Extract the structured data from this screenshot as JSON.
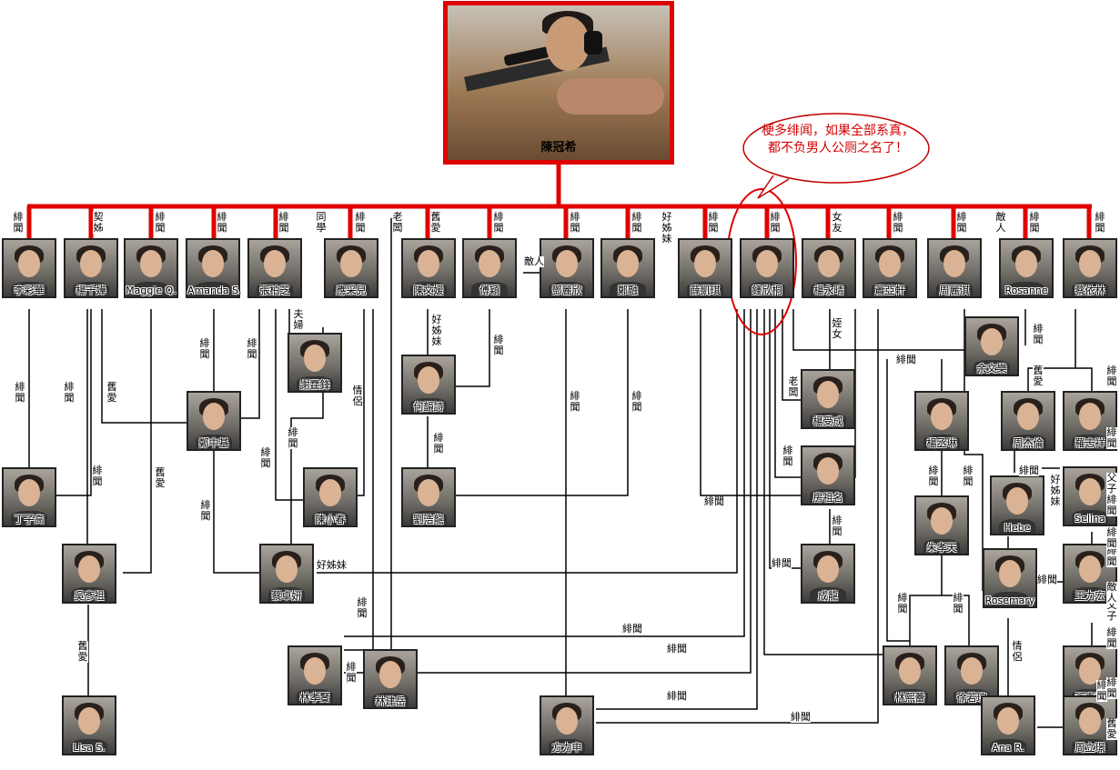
{
  "center": {
    "name": "陳冠希"
  },
  "speech_bubble": {
    "text": "梗多绯闻，如果全部系真，都不负男人公厕之名了！"
  },
  "people": [
    {
      "id": "p01",
      "name": "李彩華"
    },
    {
      "id": "p02",
      "name": "楊千嬅"
    },
    {
      "id": "p03",
      "name": "Maggie Q."
    },
    {
      "id": "p04",
      "name": "Amanda S."
    },
    {
      "id": "p05",
      "name": "張柏芝"
    },
    {
      "id": "p06",
      "name": "應采兒"
    },
    {
      "id": "p07",
      "name": "陳文媛"
    },
    {
      "id": "p08",
      "name": "傅穎"
    },
    {
      "id": "p09",
      "name": "鄧麗欣"
    },
    {
      "id": "p10",
      "name": "鄭融"
    },
    {
      "id": "p11",
      "name": "薛凱琪"
    },
    {
      "id": "p12",
      "name": "鍾欣桐"
    },
    {
      "id": "p13",
      "name": "楊永晴"
    },
    {
      "id": "p14",
      "name": "蕭亞軒"
    },
    {
      "id": "p15",
      "name": "周麗淇"
    },
    {
      "id": "p16",
      "name": "Rosanne"
    },
    {
      "id": "p17",
      "name": "蔡依林"
    },
    {
      "id": "p18",
      "name": "謝霆鋒"
    },
    {
      "id": "p19",
      "name": "何韻詩"
    },
    {
      "id": "p20",
      "name": "余文樂"
    },
    {
      "id": "p21",
      "name": "鄭中基"
    },
    {
      "id": "p22",
      "name": "楊受成"
    },
    {
      "id": "p23",
      "name": "楊丞琳"
    },
    {
      "id": "p24",
      "name": "周杰倫"
    },
    {
      "id": "p25",
      "name": "羅志祥"
    },
    {
      "id": "p26",
      "name": "丁子高"
    },
    {
      "id": "p27",
      "name": "陳小春"
    },
    {
      "id": "p28",
      "name": "劉浩龍"
    },
    {
      "id": "p29",
      "name": "房祖名"
    },
    {
      "id": "p30",
      "name": "Hebe"
    },
    {
      "id": "p31",
      "name": "Selina"
    },
    {
      "id": "p32",
      "name": "吳彥祖"
    },
    {
      "id": "p33",
      "name": "蔡卓妍"
    },
    {
      "id": "p34",
      "name": "成龍"
    },
    {
      "id": "p35",
      "name": "朱孝天"
    },
    {
      "id": "p36",
      "name": "王力宏"
    },
    {
      "id": "p37",
      "name": "Rosemary"
    },
    {
      "id": "p38",
      "name": "林孝賢"
    },
    {
      "id": "p39",
      "name": "林建岳"
    },
    {
      "id": "p40",
      "name": "林熙蕾"
    },
    {
      "id": "p41",
      "name": "徐若瑄"
    },
    {
      "id": "p42",
      "name": "張惠妹"
    },
    {
      "id": "p43",
      "name": "Lisa S."
    },
    {
      "id": "p44",
      "name": "方力申"
    },
    {
      "id": "p45",
      "name": "Ana R."
    },
    {
      "id": "p46",
      "name": "周立璟"
    }
  ],
  "relations": {
    "top": [
      "緋聞",
      "契姊",
      "緋聞",
      "緋聞",
      "緋聞",
      "同學",
      "緋聞",
      "老闆",
      "舊愛",
      "緋聞",
      "緋聞",
      "緋聞",
      "緋聞",
      "緋聞",
      "女友",
      "緋聞",
      "緋聞",
      "敵人",
      "緋聞",
      "緋聞"
    ],
    "mid": [
      {
        "id": "r01",
        "text": "敵人"
      },
      {
        "id": "r02",
        "text": "好姊妹"
      },
      {
        "id": "r03",
        "text": "夫婦"
      },
      {
        "id": "r04",
        "text": "好姊妹"
      },
      {
        "id": "r05",
        "text": "緋聞"
      },
      {
        "id": "r06",
        "text": "緋聞"
      },
      {
        "id": "r07",
        "text": "緋聞"
      },
      {
        "id": "r08",
        "text": "舊愛"
      },
      {
        "id": "r09",
        "text": "緋聞"
      },
      {
        "id": "r10",
        "text": "情侶"
      },
      {
        "id": "r11",
        "text": "緋聞"
      },
      {
        "id": "r12",
        "text": "緋聞"
      },
      {
        "id": "r13",
        "text": "緋聞"
      },
      {
        "id": "r14",
        "text": "姪女"
      },
      {
        "id": "r15",
        "text": "緋聞"
      },
      {
        "id": "r16",
        "text": "緋聞"
      },
      {
        "id": "r17",
        "text": "舊愛"
      },
      {
        "id": "r18",
        "text": "緋聞"
      },
      {
        "id": "r19",
        "text": "緋聞"
      },
      {
        "id": "r20",
        "text": "緋聞"
      },
      {
        "id": "r21",
        "text": "緋聞"
      },
      {
        "id": "r22",
        "text": "緋聞"
      },
      {
        "id": "r23",
        "text": "緋聞"
      },
      {
        "id": "r24",
        "text": "緋聞"
      },
      {
        "id": "r25",
        "text": "老闆"
      },
      {
        "id": "r26",
        "text": "緋聞"
      },
      {
        "id": "r27",
        "text": "緋聞"
      },
      {
        "id": "r28",
        "text": "緋聞"
      },
      {
        "id": "r29",
        "text": "好姊妹"
      },
      {
        "id": "r30",
        "text": "緋聞"
      },
      {
        "id": "r31",
        "text": "緋聞"
      },
      {
        "id": "r32",
        "text": "緋聞"
      },
      {
        "id": "r33",
        "text": "舊愛"
      },
      {
        "id": "r34",
        "text": "緋聞"
      },
      {
        "id": "r35",
        "text": "緋聞"
      },
      {
        "id": "r36",
        "text": "好姊妹"
      },
      {
        "id": "r37",
        "text": "緋聞"
      },
      {
        "id": "r38",
        "text": "緋聞"
      },
      {
        "id": "r39",
        "text": "緋聞"
      },
      {
        "id": "r40",
        "text": "父子"
      },
      {
        "id": "r41",
        "text": "緋聞"
      },
      {
        "id": "r42",
        "text": "緋聞"
      },
      {
        "id": "r43",
        "text": "緋聞"
      },
      {
        "id": "r44",
        "text": "緋聞"
      },
      {
        "id": "r45",
        "text": "緋聞"
      },
      {
        "id": "r46",
        "text": "緋聞"
      },
      {
        "id": "r47",
        "text": "緋聞"
      },
      {
        "id": "r48",
        "text": "緋聞"
      },
      {
        "id": "r49",
        "text": "父子"
      },
      {
        "id": "r50",
        "text": "緋聞"
      },
      {
        "id": "r51",
        "text": "緋聞"
      },
      {
        "id": "r52",
        "text": "敵人"
      },
      {
        "id": "r53",
        "text": "情侶"
      },
      {
        "id": "r54",
        "text": "舊愛"
      },
      {
        "id": "r55",
        "text": "緋聞"
      },
      {
        "id": "r56",
        "text": "舊愛"
      }
    ]
  },
  "colors": {
    "highlight": "#e00000",
    "line": "#000000",
    "label_text": "#000000",
    "bubble_text": "#d10000"
  }
}
